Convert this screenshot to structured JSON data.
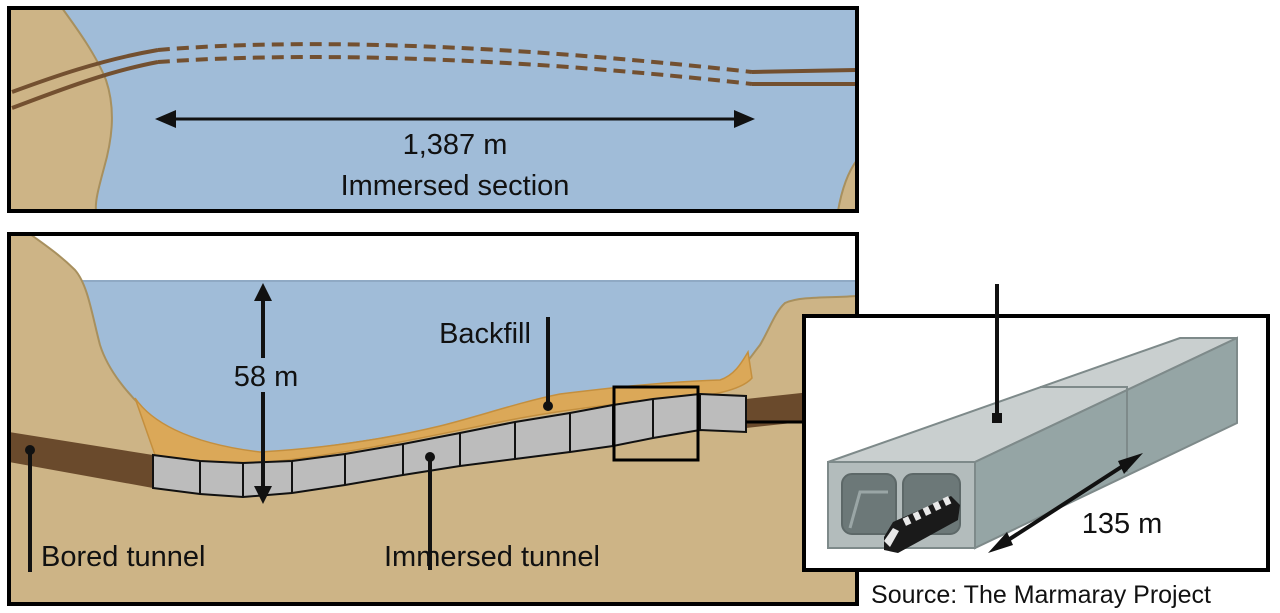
{
  "top_panel": {
    "distance_label": "1,387 m",
    "section_label": "Immersed section"
  },
  "profile_panel": {
    "depth_label": "58 m",
    "backfill_label": "Backfill",
    "bored_tunnel_label": "Bored tunnel",
    "immersed_tunnel_label": "Immersed tunnel"
  },
  "element_panel": {
    "length_label": "135 m"
  },
  "source": "Source: The Marmaray Project",
  "colors": {
    "water": "#a0bcd8",
    "land": "#cdb486",
    "land_edge": "#a8905e",
    "backfill": "#dba858",
    "bored": "#6a4a2c",
    "tunnel_route": "#735030",
    "tunnel_fill": "#bcbcbc",
    "element_front": "#b3bcbc",
    "element_top": "#c9cfcf",
    "element_side": "#95a5a5"
  }
}
